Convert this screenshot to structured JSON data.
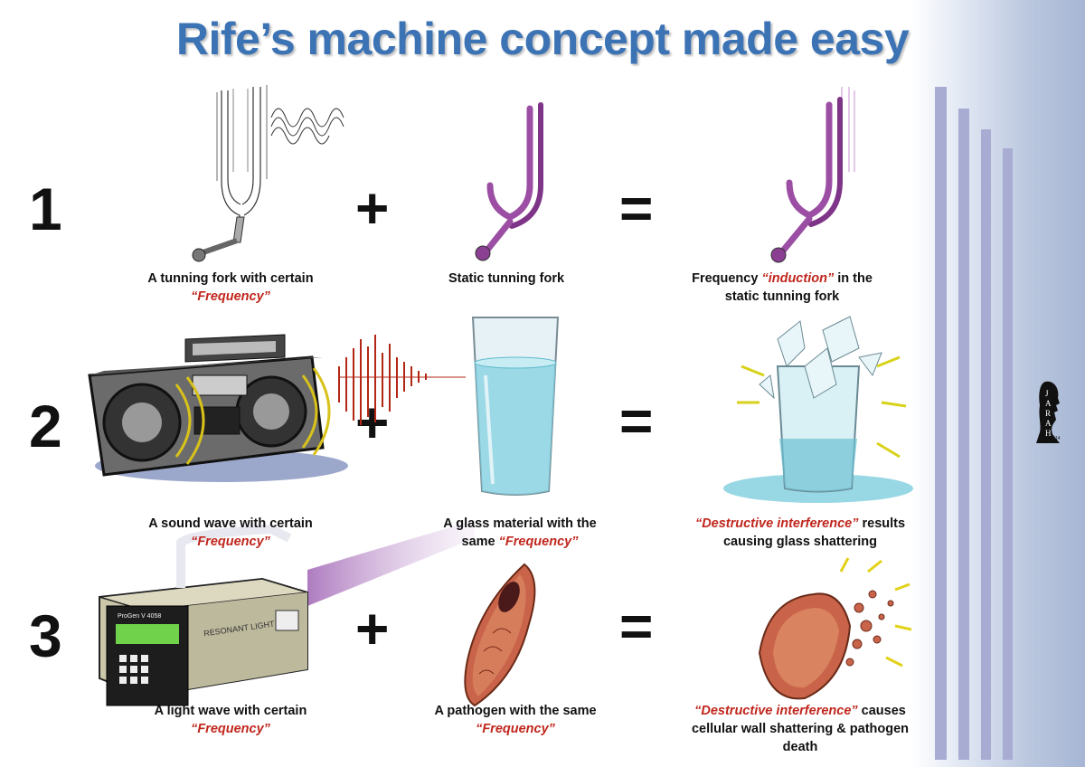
{
  "title": "Rife’s machine concept made easy",
  "signature": "JARAH 14",
  "operators": {
    "plus": "+",
    "equals": "="
  },
  "rows": [
    {
      "number": "1",
      "left": {
        "pre": "A tunning fork with certain ",
        "highlight": "“Frequency”",
        "post": ""
      },
      "middle": {
        "pre": "Static tunning fork",
        "highlight": "",
        "post": ""
      },
      "right": {
        "pre": "Frequency ",
        "highlight": "“induction”",
        "post": " in the static tunning fork"
      }
    },
    {
      "number": "2",
      "left": {
        "pre": "A sound wave with certain ",
        "highlight": "“Frequency”",
        "post": ""
      },
      "middle": {
        "pre": "A glass material with the same ",
        "highlight": "“Frequency”",
        "post": ""
      },
      "right": {
        "pre": "",
        "highlight": "“Destructive interference”",
        "post": " results causing glass shattering"
      }
    },
    {
      "number": "3",
      "left": {
        "pre": "A light wave with certain ",
        "highlight": "“Frequency”",
        "post": ""
      },
      "middle": {
        "pre": "A pathogen with the same ",
        "highlight": "“Frequency”",
        "post": ""
      },
      "right": {
        "pre": "",
        "highlight": "“Destructive interference”",
        "post": " causes cellular wall shattering & pathogen death"
      }
    }
  ],
  "device_labels": {
    "display_brand": "ProGen V 4058",
    "side_label": "RESONANT LIGHT"
  },
  "colors": {
    "title": "#3c73b4",
    "highlight": "#c0261d",
    "fork_static": "#9b4ea3",
    "bars": "#a8acd2"
  }
}
